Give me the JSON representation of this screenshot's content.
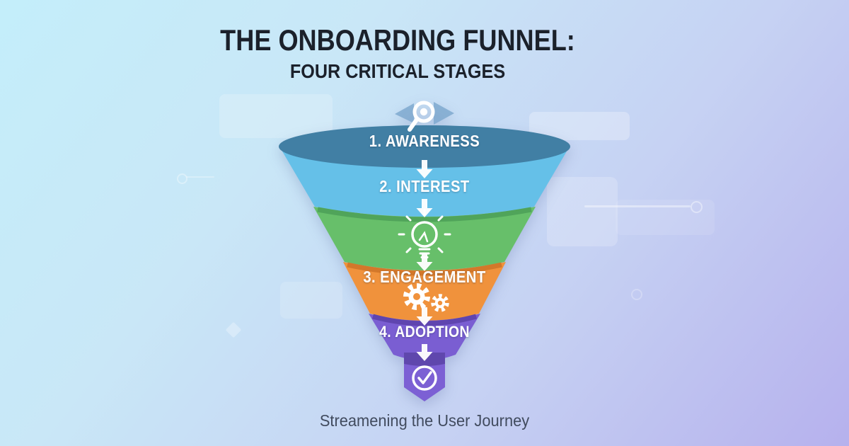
{
  "title": {
    "line1": "THE ONBOARDING FUNNEL:",
    "line2": "FOUR CRITICAL STAGES"
  },
  "caption": "Streamening the User Journey",
  "funnel": {
    "stages": [
      {
        "id": "awareness",
        "label": "1. AWARENESS",
        "icon": "magnifier-eye-icon",
        "color": "#417fa4"
      },
      {
        "id": "interest",
        "label": "2. INTEREST",
        "icon": "down-arrow-icon",
        "color": "#65c0e8"
      },
      {
        "id": "idea",
        "label": "",
        "icon": "lightbulb-icon",
        "color": "#67bf6a"
      },
      {
        "id": "engagement",
        "label": "3. ENGAGEMENT",
        "icon": "gears-icon",
        "color": "#f0923c"
      },
      {
        "id": "adoption",
        "label": "4. ADOPTION",
        "icon": "down-arrow-icon",
        "color": "#7a5ed2"
      },
      {
        "id": "complete",
        "label": "",
        "icon": "check-circle-icon",
        "color": "#7c60d4"
      }
    ]
  },
  "colors": {
    "background_start": "#c4eefa",
    "background_end": "#b6b1ed",
    "funnel_mouth": "#417fa4",
    "stage_blue": "#65c0e8",
    "stage_green": "#67bf6a",
    "stage_green_lip": "#50a45a",
    "stage_orange": "#f0923c",
    "stage_orange_lip": "#d3782a",
    "stage_purple": "#7a5ed2",
    "stage_purple_lip": "#5f45af",
    "ribbon_purple": "#7c60d4",
    "ribbon_fold": "#5a43a6",
    "arrow_white": "#ffffff",
    "title_text": "#1b212b",
    "caption_text": "#414b5e"
  }
}
